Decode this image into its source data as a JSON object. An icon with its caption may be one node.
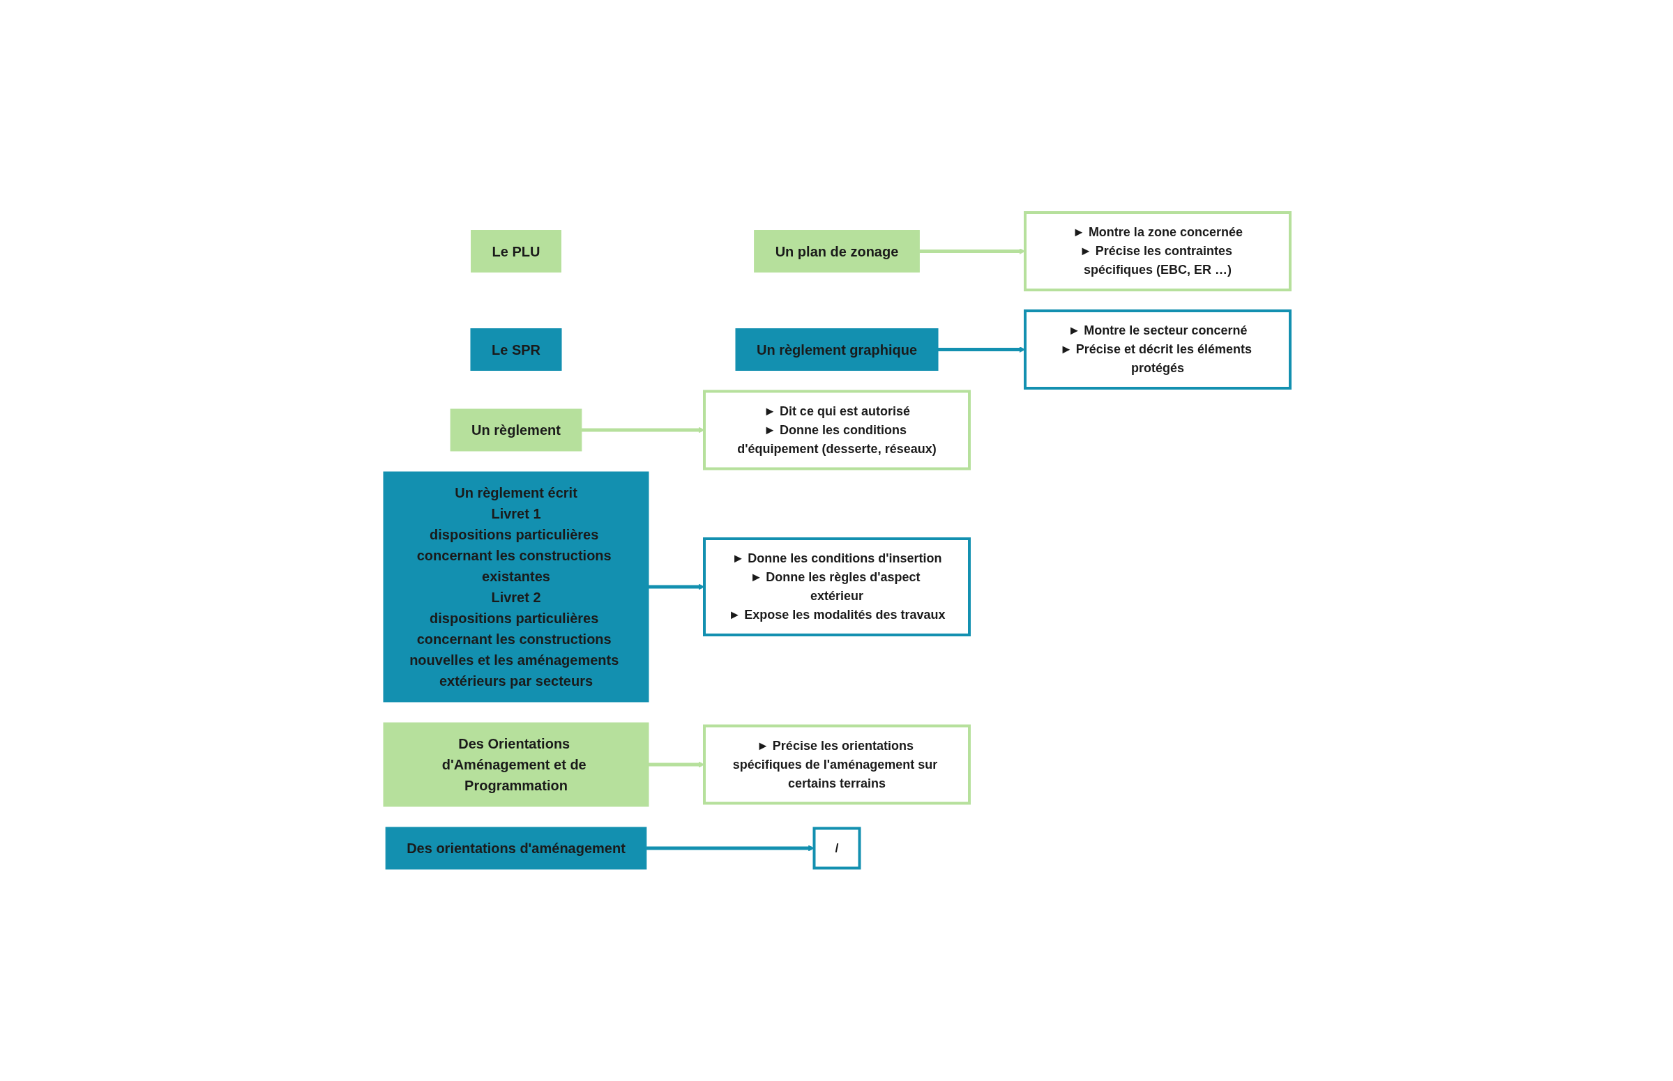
{
  "diagram": {
    "nodes": [
      {
        "text": [
          "Le PLU"
        ]
      },
      {
        "text": [
          "Le SPR"
        ]
      },
      {
        "text": [
          "Un plan de zonage"
        ]
      },
      {
        "text": [
          "► Montre la zone concernée",
          "► Précise les contraintes spécifiques (EBC, ER …)"
        ]
      },
      {
        "text": [
          "► Montre le secteur concerné",
          "► Précise et décrit les éléments protégés"
        ]
      },
      {
        "text": [
          "Un règlement graphique"
        ]
      },
      {
        "text": [
          "Un règlement"
        ]
      },
      {
        "text": [
          "► Dit ce qui est autorisé",
          "► Donne les conditions d'équipement (desserte, réseaux)"
        ]
      },
      {
        "text": [
          "► Donne les conditions d'insertion",
          "► Donne les règles d'aspect extérieur",
          "► Expose les modalités des travaux"
        ]
      },
      {
        "text": [
          "Un règlement écrit",
          "Livret 1",
          "dispositions particulières concernant les constructions existantes",
          "Livret 2",
          "dispositions particulières concernant les constructions nouvelles et les aménagements extérieurs par secteurs"
        ]
      },
      {
        "text": [
          "Des Orientations d'Aménagement et de Programmation"
        ]
      },
      {
        "text": [
          "► Précise les orientations spécifiques de l'aménagement sur certains terrains"
        ]
      },
      {
        "text": [
          "/"
        ]
      },
      {
        "text": [
          "Des orientations d'aménagement"
        ]
      }
    ],
    "edges": [
      {
        "from": 2,
        "to": 3,
        "arrow": "to",
        "color": "#b6e09c"
      },
      {
        "from": 5,
        "to": 4,
        "arrow": "to",
        "color": "#1390b0"
      },
      {
        "from": 6,
        "to": 7,
        "arrow": "to",
        "color": "#b6e09c"
      },
      {
        "from": 9,
        "to": 8,
        "arrow": "to",
        "color": "#1390b0"
      },
      {
        "from": 10,
        "to": 11,
        "arrow": "to",
        "color": "#b6e09c"
      },
      {
        "from": 13,
        "to": 12,
        "arrow": "to",
        "color": "#1390b0"
      }
    ]
  }
}
